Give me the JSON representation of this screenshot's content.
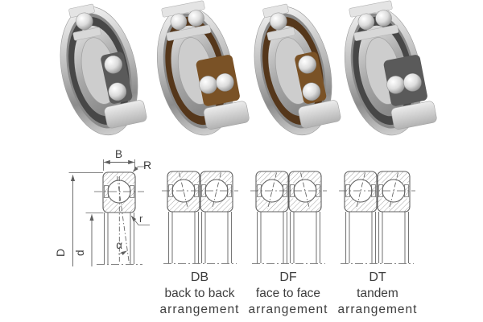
{
  "colors": {
    "background": "#ffffff",
    "line": "#5f5f5f",
    "hatch": "#9a9a9a",
    "text": "#3e3e3e",
    "steel_light": "#f1f1f1",
    "steel_mid": "#b9b9b9",
    "steel_dark": "#8c8c8c",
    "interior_steel": "#474747",
    "front_steel": "#5a5a5a",
    "cage_brown": "#55371b",
    "cage_brown_light": "#7a5226",
    "ball_hi": "#ffffff",
    "ball_mid": "#dcdcdc",
    "ball_dark": "#939393"
  },
  "dimension_diagram": {
    "labels": {
      "width": "B",
      "outer_corner_radius": "R",
      "inner_corner_radius": "r",
      "contact_angle": "α",
      "outer_diameter": "D",
      "bore_diameter": "d"
    }
  },
  "arrangements": [
    {
      "code": "DB",
      "name": "back to back",
      "word": "arrangement"
    },
    {
      "code": "DF",
      "name": "face to face",
      "word": "arrangement"
    },
    {
      "code": "DT",
      "name": "tandem",
      "word": "arrangement"
    }
  ]
}
